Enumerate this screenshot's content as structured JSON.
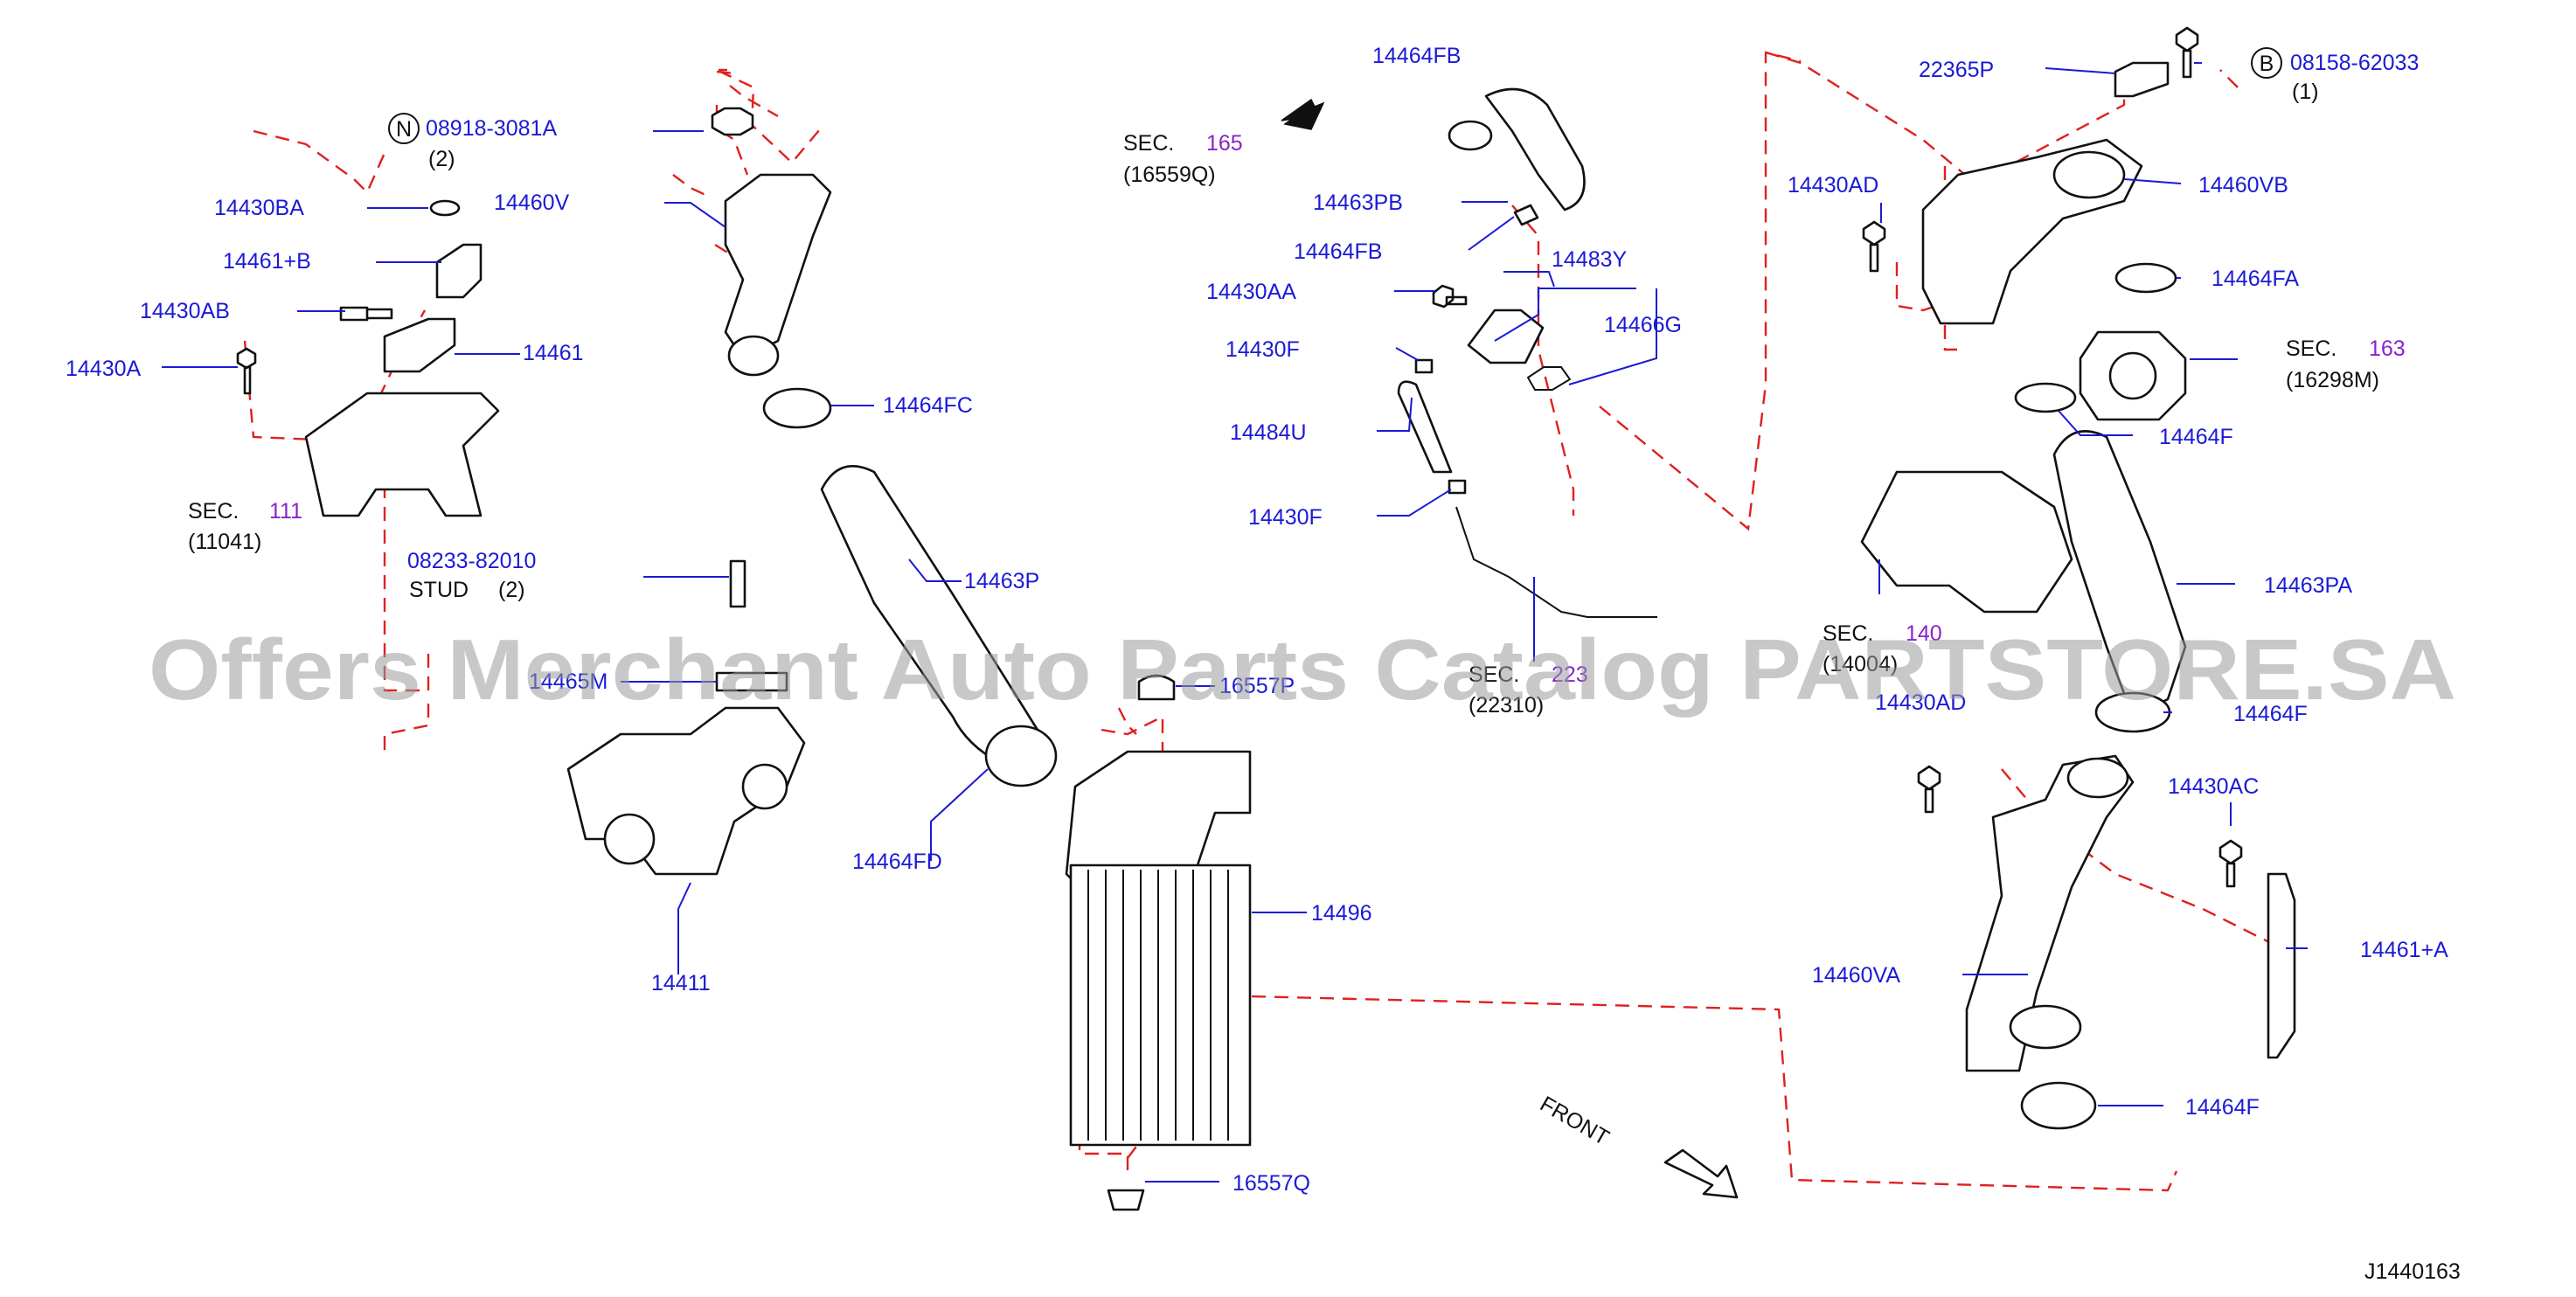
{
  "diagram_code": "J1440163",
  "watermark": "Offers Merchant Auto Parts Catalog PARTSTORE.SA",
  "front_label": "FRONT",
  "colors": {
    "part_number": "#1a1ad6",
    "section": "#8a22cc",
    "text": "#111111",
    "phantom_line": "#e02020"
  },
  "labels": {
    "p14464FB_top": "14464FB",
    "p22365P": "22365P",
    "p08158": "08158-62033",
    "p08158_qty": "(1)",
    "p08918": "08918-3081A",
    "p08918_qty": "(2)",
    "p14430BA": "14430BA",
    "p14460V": "14460V",
    "p14461B": "14461+B",
    "p14430AB": "14430AB",
    "p14430A": "14430A",
    "p14461": "14461",
    "p14464FC": "14464FC",
    "p08233": "08233-82010",
    "p08233_stud": "STUD",
    "p08233_qty": "(2)",
    "p14463P": "14463P",
    "p14465M": "14465M",
    "p14411": "14411",
    "p14464FD": "14464FD",
    "p14496": "14496",
    "p16557P": "16557P",
    "p16557Q": "16557Q",
    "p14463PB": "14463PB",
    "p14464FB_mid": "14464FB",
    "p14483Y": "14483Y",
    "p14430AA": "14430AA",
    "p14466G": "14466G",
    "p14430F_a": "14430F",
    "p14484U": "14484U",
    "p14430F_b": "14430F",
    "p14430AD_top": "14430AD",
    "p14460VB": "14460VB",
    "p14464FA": "14464FA",
    "p14464F_a": "14464F",
    "p14463PA": "14463PA",
    "p14430AD_mid": "14430AD",
    "p14464F_b": "14464F",
    "p14430AC": "14430AC",
    "p14461A": "14461+A",
    "p14460VA": "14460VA",
    "p14464F_c": "14464F"
  },
  "sections": {
    "s165_word": "SEC.",
    "s165_num": "165",
    "s165_ref": "(16559Q)",
    "s111_word": "SEC.",
    "s111_num": "111",
    "s111_ref": "(11041)",
    "s163_word": "SEC.",
    "s163_num": "163",
    "s163_ref": "(16298M)",
    "s140_word": "SEC.",
    "s140_num": "140",
    "s140_ref": "(14004)",
    "s223_word": "SEC.",
    "s223_num": "223",
    "s223_ref": "(22310)"
  },
  "callouts": {
    "N": "N",
    "B": "B"
  }
}
